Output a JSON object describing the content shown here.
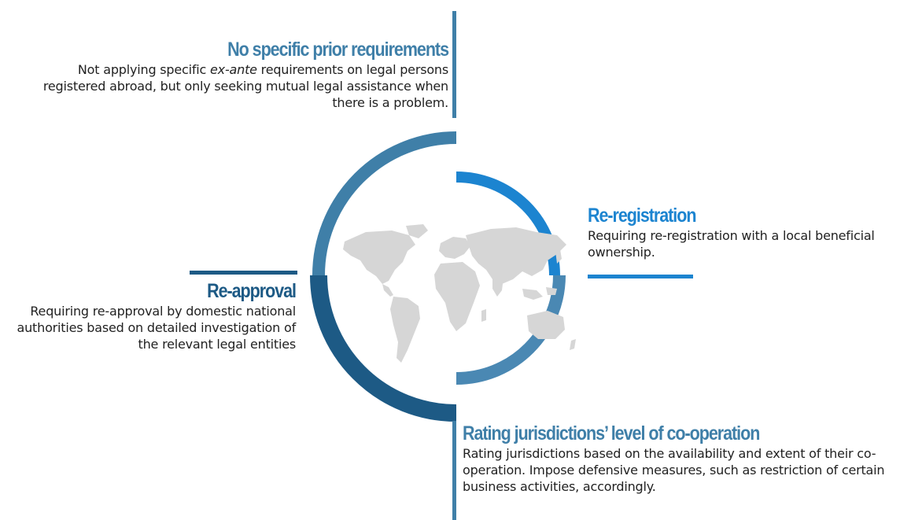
{
  "colors": {
    "ring_top_left": "#3f7fa8",
    "ring_inner_right": "#1c84d0",
    "ring_bottom_left": "#1d5a85",
    "ring_bottom_right": "#4a88b3",
    "map": "#d6d6d6"
  },
  "icons": {
    "center": "world-map-icon"
  },
  "blocks": {
    "no_prior": {
      "title": "No specific prior requirements",
      "desc_pre": "Not applying specific ",
      "desc_em": "ex-ante",
      "desc_post": " requirements on legal persons registered abroad, but only seeking mutual legal assistance when there is a problem."
    },
    "re_registration": {
      "title": "Re-registration",
      "desc": "Requiring re-registration with a local beneficial ownership."
    },
    "re_approval": {
      "title": "Re-approval",
      "desc": "Requiring re-approval by domestic national authorities based on detailed investigation of the relevant legal entities"
    },
    "rating": {
      "title": "Rating jurisdictions’ level of co-operation",
      "desc": "Rating jurisdictions based on the availability and extent of their co-operation. Impose defensive measures, such as restriction of certain business activities, accordingly."
    }
  }
}
